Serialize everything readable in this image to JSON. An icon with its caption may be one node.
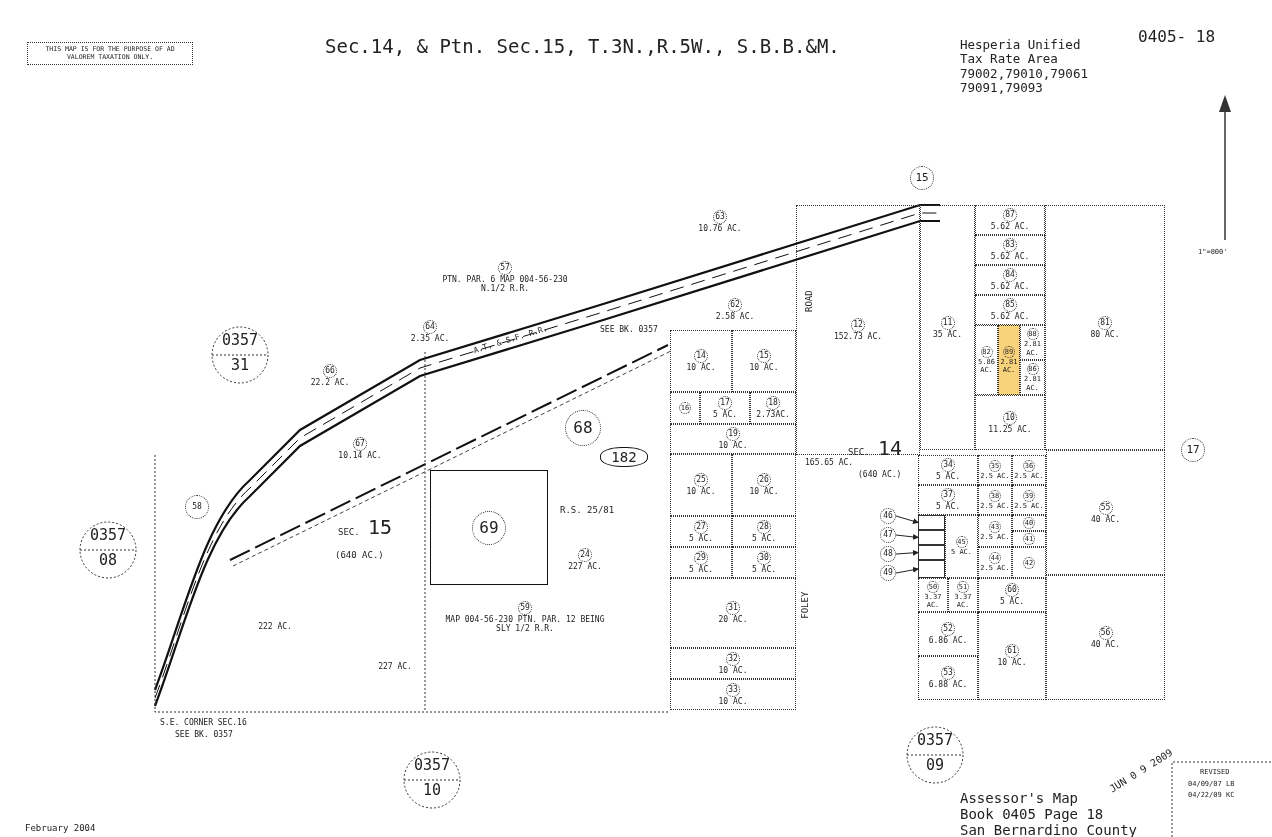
{
  "diagram": {
    "title": "Sec.14, & Ptn. Sec.15, T.3N.,R.5W., S.B.B.&M.",
    "nodes": [
      {
        "text": [
          "57",
          "PTN. PAR. 6 MAP 004-56-230 N.1/2 R.R."
        ]
      },
      {
        "text": [
          "64",
          "2.35 AC."
        ]
      },
      {
        "text": [
          "66",
          "22.2 AC."
        ]
      },
      {
        "text": [
          "67",
          "10.14 AC."
        ]
      },
      {
        "text": [
          "58"
        ]
      },
      {
        "text": [
          "59",
          "MAP 004-56-230 PTN. PAR. 12 BEING SLY 1/2 R.R."
        ]
      },
      {
        "text": [
          "222 AC."
        ]
      },
      {
        "text": [
          "227 AC."
        ]
      },
      {
        "text": [
          "68"
        ]
      },
      {
        "text": [
          "69"
        ]
      },
      {
        "text": [
          "24",
          "227 AC."
        ]
      },
      {
        "text": [
          "63",
          "10.76 AC."
        ]
      },
      {
        "text": [
          "62",
          "2.58 AC."
        ]
      },
      {
        "text": [
          "14",
          "10 AC."
        ]
      },
      {
        "text": [
          "15",
          "10 AC."
        ]
      },
      {
        "text": [
          "16"
        ]
      },
      {
        "text": [
          "17",
          "5 AC."
        ]
      },
      {
        "text": [
          "18",
          "2.73AC."
        ]
      },
      {
        "text": [
          "19",
          "10 AC."
        ]
      },
      {
        "text": [
          "25",
          "10 AC."
        ]
      },
      {
        "text": [
          "26",
          "10 AC."
        ]
      },
      {
        "text": [
          "27",
          "5 AC."
        ]
      },
      {
        "text": [
          "28",
          "5 AC."
        ]
      },
      {
        "text": [
          "29",
          "5 AC."
        ]
      },
      {
        "text": [
          "30",
          "5 AC."
        ]
      },
      {
        "text": [
          "31",
          "20 AC."
        ]
      },
      {
        "text": [
          "32",
          "10 AC."
        ]
      },
      {
        "text": [
          "33",
          "10 AC."
        ]
      },
      {
        "text": [
          "12",
          "152.73 AC."
        ]
      },
      {
        "text": [
          "11",
          "35 AC."
        ]
      },
      {
        "text": [
          "87",
          "5.62 AC."
        ]
      },
      {
        "text": [
          "83",
          "5.62 AC."
        ]
      },
      {
        "text": [
          "84",
          "5.62 AC."
        ]
      },
      {
        "text": [
          "85",
          "5.62 AC."
        ]
      },
      {
        "text": [
          "82",
          "5.86 AC."
        ]
      },
      {
        "text": [
          "89",
          "2.81 AC."
        ]
      },
      {
        "text": [
          "88",
          "2.81 AC."
        ]
      },
      {
        "text": [
          "86",
          "2.81 AC."
        ]
      },
      {
        "text": [
          "10",
          "11.25 AC."
        ]
      },
      {
        "text": [
          "81",
          "80 AC."
        ]
      },
      {
        "text": [
          "34",
          "5 AC."
        ]
      },
      {
        "text": [
          "35",
          "2.5 AC."
        ]
      },
      {
        "text": [
          "36",
          "2.5 AC."
        ]
      },
      {
        "text": [
          "37",
          "5 AC."
        ]
      },
      {
        "text": [
          "38",
          "2.5 AC."
        ]
      },
      {
        "text": [
          "39",
          "2.5 AC."
        ]
      },
      {
        "text": [
          "46"
        ]
      },
      {
        "text": [
          "47"
        ]
      },
      {
        "text": [
          "48"
        ]
      },
      {
        "text": [
          "49"
        ]
      },
      {
        "text": [],
        "shape": "box"
      },
      {
        "text": [],
        "shape": "box"
      },
      {
        "text": [],
        "shape": "box"
      },
      {
        "text": [],
        "shape": "box"
      },
      {
        "text": [
          "45",
          "5 AC."
        ]
      },
      {
        "text": [
          "43",
          "2.5 AC."
        ]
      },
      {
        "text": [
          "40"
        ]
      },
      {
        "text": [
          "41"
        ]
      },
      {
        "text": [
          "44",
          "2.5 AC."
        ]
      },
      {
        "text": [
          "42"
        ]
      },
      {
        "text": [
          "50",
          "3.37 AC."
        ]
      },
      {
        "text": [
          "51",
          "3.37 AC."
        ]
      },
      {
        "text": [
          "60",
          "5 AC."
        ]
      },
      {
        "text": [
          "52",
          "6.86 AC."
        ]
      },
      {
        "text": [
          "53",
          "6.88 AC."
        ]
      },
      {
        "text": [
          "61",
          "10 AC."
        ]
      },
      {
        "text": [
          "55",
          "40 AC."
        ]
      },
      {
        "text": [
          "56",
          "40 AC."
        ]
      },
      {
        "text": [
          "15"
        ]
      },
      {
        "text": [
          "17"
        ]
      }
    ],
    "edges": [
      {
        "from": 46,
        "to": 50,
        "arrow": "to"
      },
      {
        "from": 47,
        "to": 51,
        "arrow": "to"
      },
      {
        "from": 48,
        "to": 52,
        "arrow": "to"
      },
      {
        "from": 49,
        "to": 53,
        "arrow": "to"
      }
    ],
    "labels": [
      "THIS MAP IS FOR THE PURPOSE OF AD VALOREM TAXATION ONLY.",
      "0405- 18",
      "Hesperia Unified Tax Rate Area 79002,79010,79061 79091,79093",
      "1\"=800'",
      "0357",
      "31",
      "SEE BK. 0357",
      "ROAD",
      "A.T. & S.F. R.R.",
      "R.S. 25/81",
      "SEC.",
      "15",
      "(640 AC.)",
      "182",
      "165.65 AC.",
      "SEC.",
      "14",
      "(640 AC.)",
      "0357",
      "08",
      "FOLEY",
      "S.E. CORNER SEC.16",
      "SEE BK. 0357",
      "0357",
      "10",
      "0357",
      "09",
      "JUN 0 9 2009",
      "REVISED",
      "04/09/07 LB",
      "04/22/09 KC",
      "Assessor's Map",
      "Book 0405 Page 18",
      "San Bernardino County",
      "February 2004"
    ]
  }
}
